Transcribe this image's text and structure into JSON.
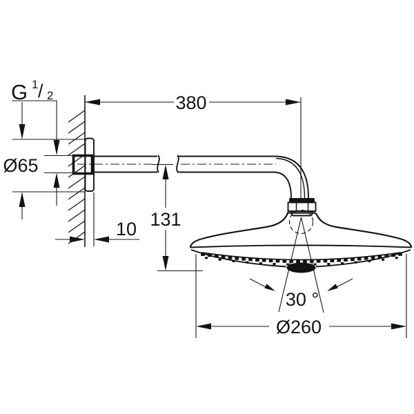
{
  "drawing": {
    "title": "shower-head-dimension-drawing",
    "colors": {
      "line": "#141414",
      "background": "#ffffff",
      "fill_dark": "#111111"
    },
    "dimensions": {
      "thread_prefix": "G",
      "thread_numerator": "1",
      "thread_slash": "/",
      "thread_denominator": "2",
      "escutcheon_diameter": "Ø65",
      "arm_length": "380",
      "escutcheon_depth": "10",
      "head_drop": "131",
      "spray_angle": "30 °",
      "head_diameter": "Ø260"
    }
  }
}
